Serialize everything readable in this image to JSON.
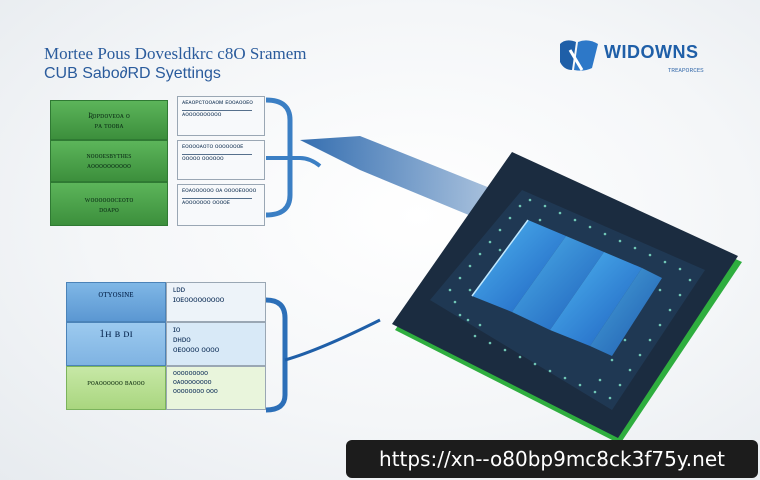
{
  "header": {
    "title_line1": "Mortee Pous Dovesldkrc c8O Sramem",
    "title_line2": "CUB Sabo∂RD Syettings"
  },
  "logo": {
    "brand": "WIDOWNS",
    "tagline": "ᴛʀᴇᴀᴘᴏʀᴄᴇs"
  },
  "top_group": {
    "rows": [
      {
        "green_lines": [
          "Ʀᴏᴘᴅᴏᴠᴇᴏᴀ ᴏ",
          "ᴘᴀ ᴛᴏᴏʙᴀ"
        ],
        "box_lines": [
          "ᴀᴇᴀᴏᴘᴄᴛᴏᴏᴀᴏᴍ ᴇᴏᴏᴀᴏᴏᴇᴏ",
          "ᴀᴏᴏᴏᴏᴏᴏᴏᴏᴏᴏ"
        ]
      },
      {
        "green_lines": [
          "ɴᴏᴏᴏᴇsʙʏᴛʜᴇs",
          "ᴀᴏᴏᴏᴏᴏᴏᴏᴏᴏᴏ"
        ],
        "box_lines": [
          "ᴇᴏᴏᴏᴏᴀᴏᴛᴏ ᴏᴏᴏᴏᴏᴏᴏᴇ",
          "ᴏᴏᴏᴏᴏ ᴏᴏᴏᴏᴏᴏ"
        ]
      },
      {
        "green_lines": [
          "ᴡᴏᴏᴏᴏᴏᴏᴄᴇᴏᴛᴏ",
          "ᴅᴏᴀᴘᴏ"
        ],
        "box_lines": [
          "ᴇᴏᴀᴏᴏᴏᴏᴏᴏ ᴏᴀ ᴏᴏᴏᴏᴇᴏᴏᴏᴏ",
          "ᴀᴏᴏᴏᴏᴏᴏᴏ ᴏᴏᴏᴏᴇ"
        ]
      }
    ]
  },
  "bottom_group": {
    "rows": [
      {
        "left": "ᴏᴛʏᴏsɪɴᴇ",
        "right": [
          "ʟᴅᴅ",
          "ɪᴏᴇᴏᴏᴏᴏᴏᴏᴏᴏᴏ"
        ]
      },
      {
        "left": "1ʜ ʙ ᴅɪ",
        "right": [
          "ɪᴏ",
          "ᴅʜᴅᴏ",
          "ᴏᴇᴏᴏᴏᴏ ᴏᴏᴏᴏ"
        ]
      },
      {
        "left": "ᴘᴏᴀᴏᴏᴏᴏᴏᴏ ʙᴀᴏᴏᴏ",
        "right": [
          "ᴏᴏᴏᴏᴏᴏᴏᴏᴏ",
          "ᴏᴀᴏᴏᴏᴏᴏᴏᴏᴏ",
          "ᴏᴏᴏᴏᴏᴏᴏᴏ ᴏᴏᴏ"
        ]
      }
    ]
  },
  "watermark": {
    "url": "https://xn--o80bp9mc8ck3f75y.net"
  },
  "colors": {
    "green": "#4aa54a",
    "blue": "#1f5fa8",
    "chip_dark": "#1a2b3f",
    "chip_edge": "#2fae3f",
    "die_blue": "#2d8fe0"
  }
}
